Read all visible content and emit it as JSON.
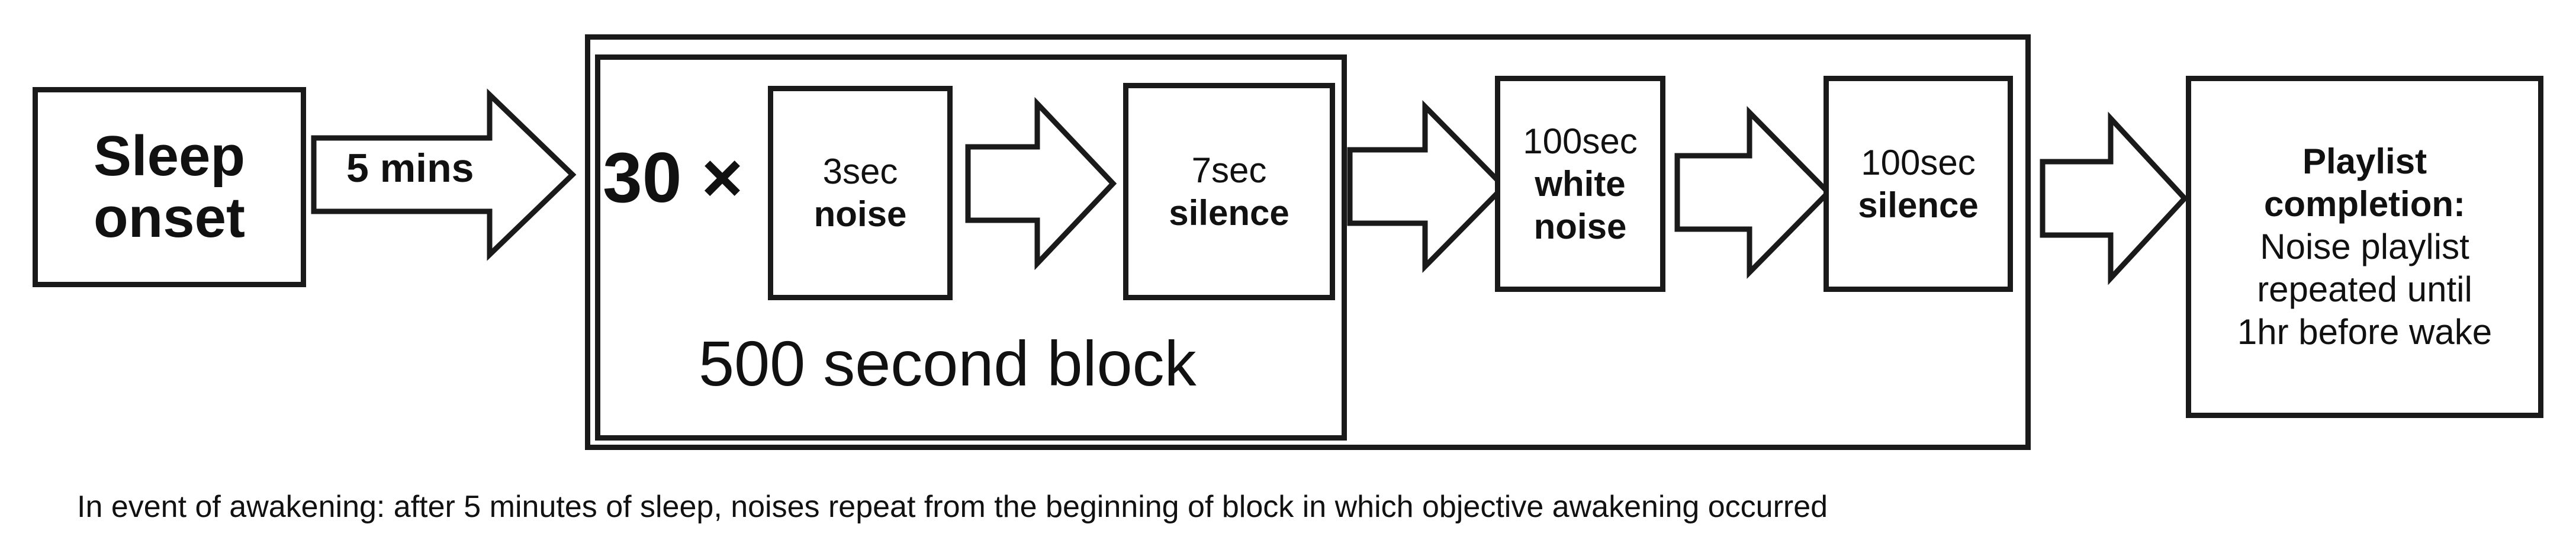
{
  "sleep_onset": {
    "line1": "Sleep",
    "line2": "onset"
  },
  "arrow_delay": {
    "label": "5 mins"
  },
  "repeat_block": {
    "multiplier": "30 ×",
    "label": "500 second block",
    "noise": {
      "duration": "3sec",
      "name": "noise"
    },
    "silence": {
      "duration": "7sec",
      "name": "silence"
    }
  },
  "white_noise": {
    "duration": "100sec",
    "line1": "white",
    "line2": "noise"
  },
  "long_silence": {
    "duration": "100sec",
    "name": "silence"
  },
  "completion": {
    "title1": "Playlist",
    "title2": "completion:",
    "line1": "Noise playlist",
    "line2": "repeated until",
    "line3": "1hr before wake"
  },
  "footnote": "In event of awakening: after 5 minutes of sleep, noises repeat from the beginning of block in which objective awakening occurred"
}
